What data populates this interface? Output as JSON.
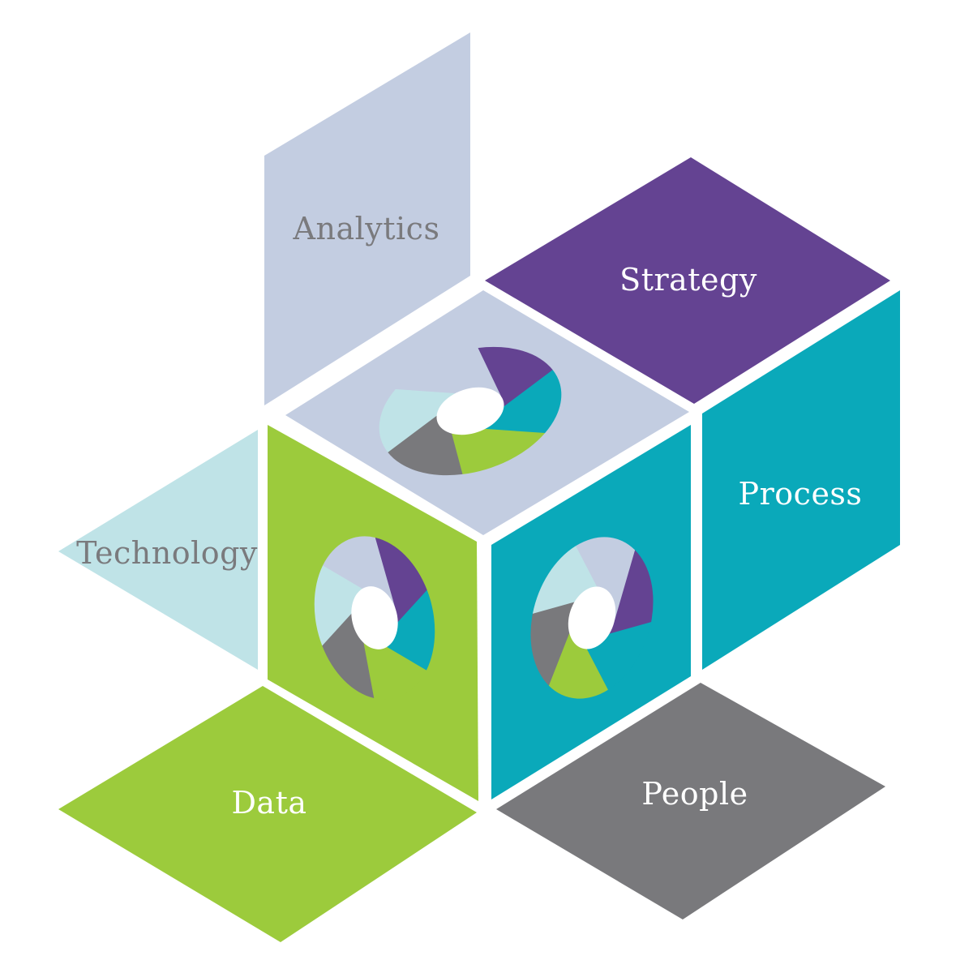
{
  "colors": {
    "analytics": "#c3cde1",
    "strategy": "#644392",
    "process": "#0aa9ba",
    "technology": "#bfe3e7",
    "data": "#9ccb3c",
    "people": "#79797c",
    "cube_top": "#c3cde1",
    "cube_left": "#9ccb3c",
    "cube_right": "#0aa9ba",
    "label_dark": "#7a7a7d",
    "label_light": "#ffffff"
  },
  "labels": {
    "analytics": "Analytics",
    "strategy": "Strategy",
    "process": "Process",
    "technology": "Technology",
    "data": "Data",
    "people": "People"
  },
  "emblem": {
    "segment_order": [
      "strategy",
      "process",
      "data",
      "people",
      "technology",
      "analytics"
    ]
  }
}
